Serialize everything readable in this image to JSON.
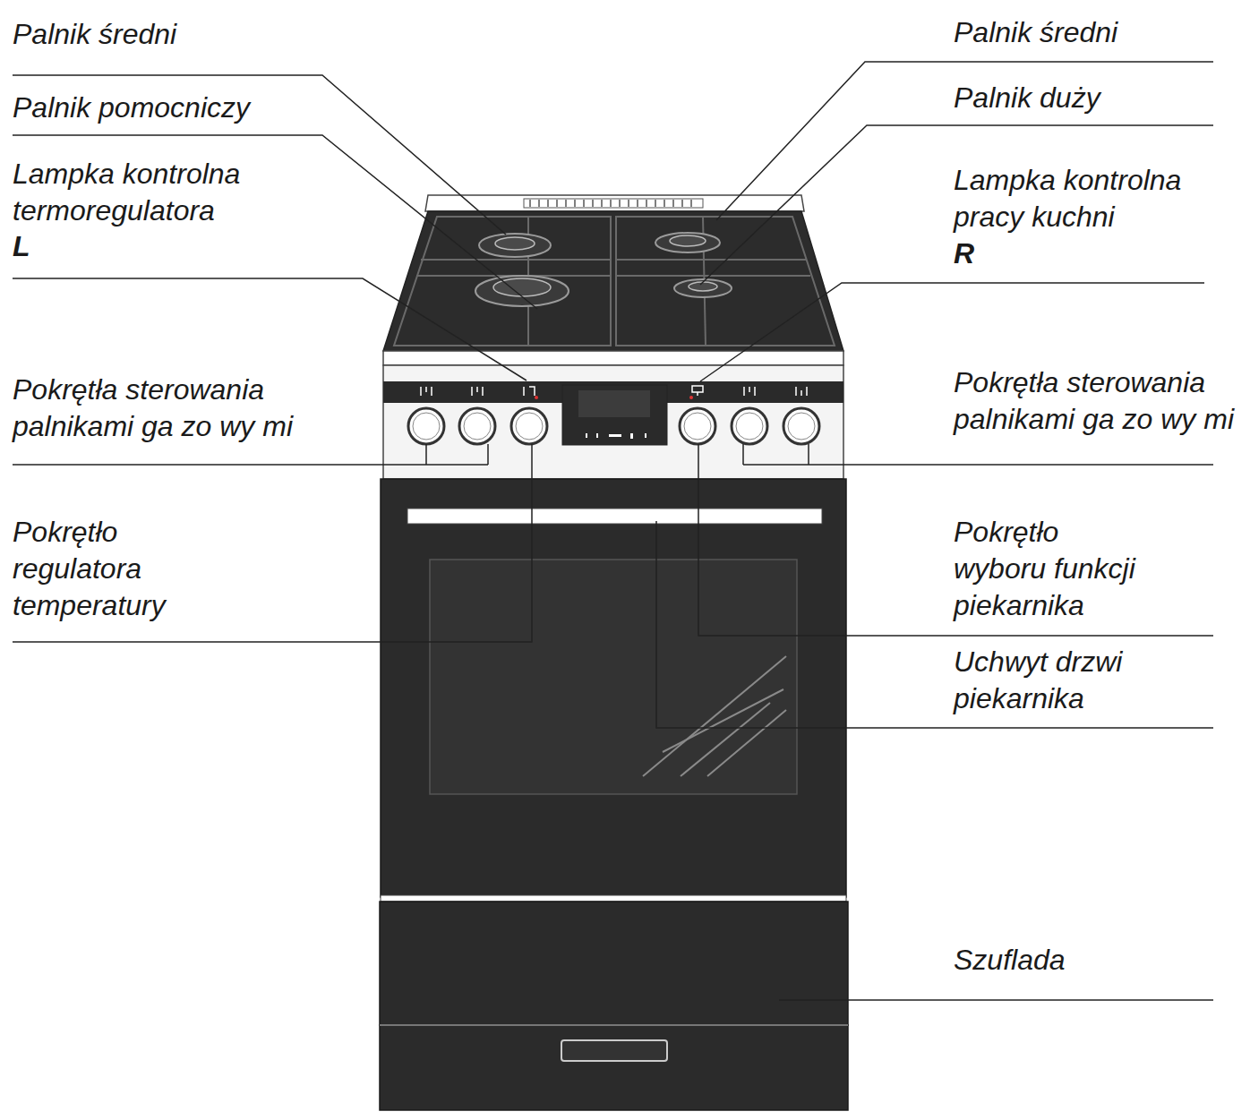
{
  "diagram": {
    "labels": [
      "Palnik średni",
      "Palnik pomocniczy",
      "Lampka kontrolna termoregulatora",
      "L",
      "Pokrętła sterowania palnikami ga zo wy mi",
      "Pokrętło regulatora temperatury",
      "Palnik średni",
      "Palnik duży",
      "Lampka kontrolna pracy kuchni",
      "R",
      "Pokrętła sterowania palnikami ga zo wy mi",
      "Pokrętło wyboru funkcji piekarnika",
      "Uchwyt drzwi piekarnika",
      "Szuflada"
    ]
  }
}
